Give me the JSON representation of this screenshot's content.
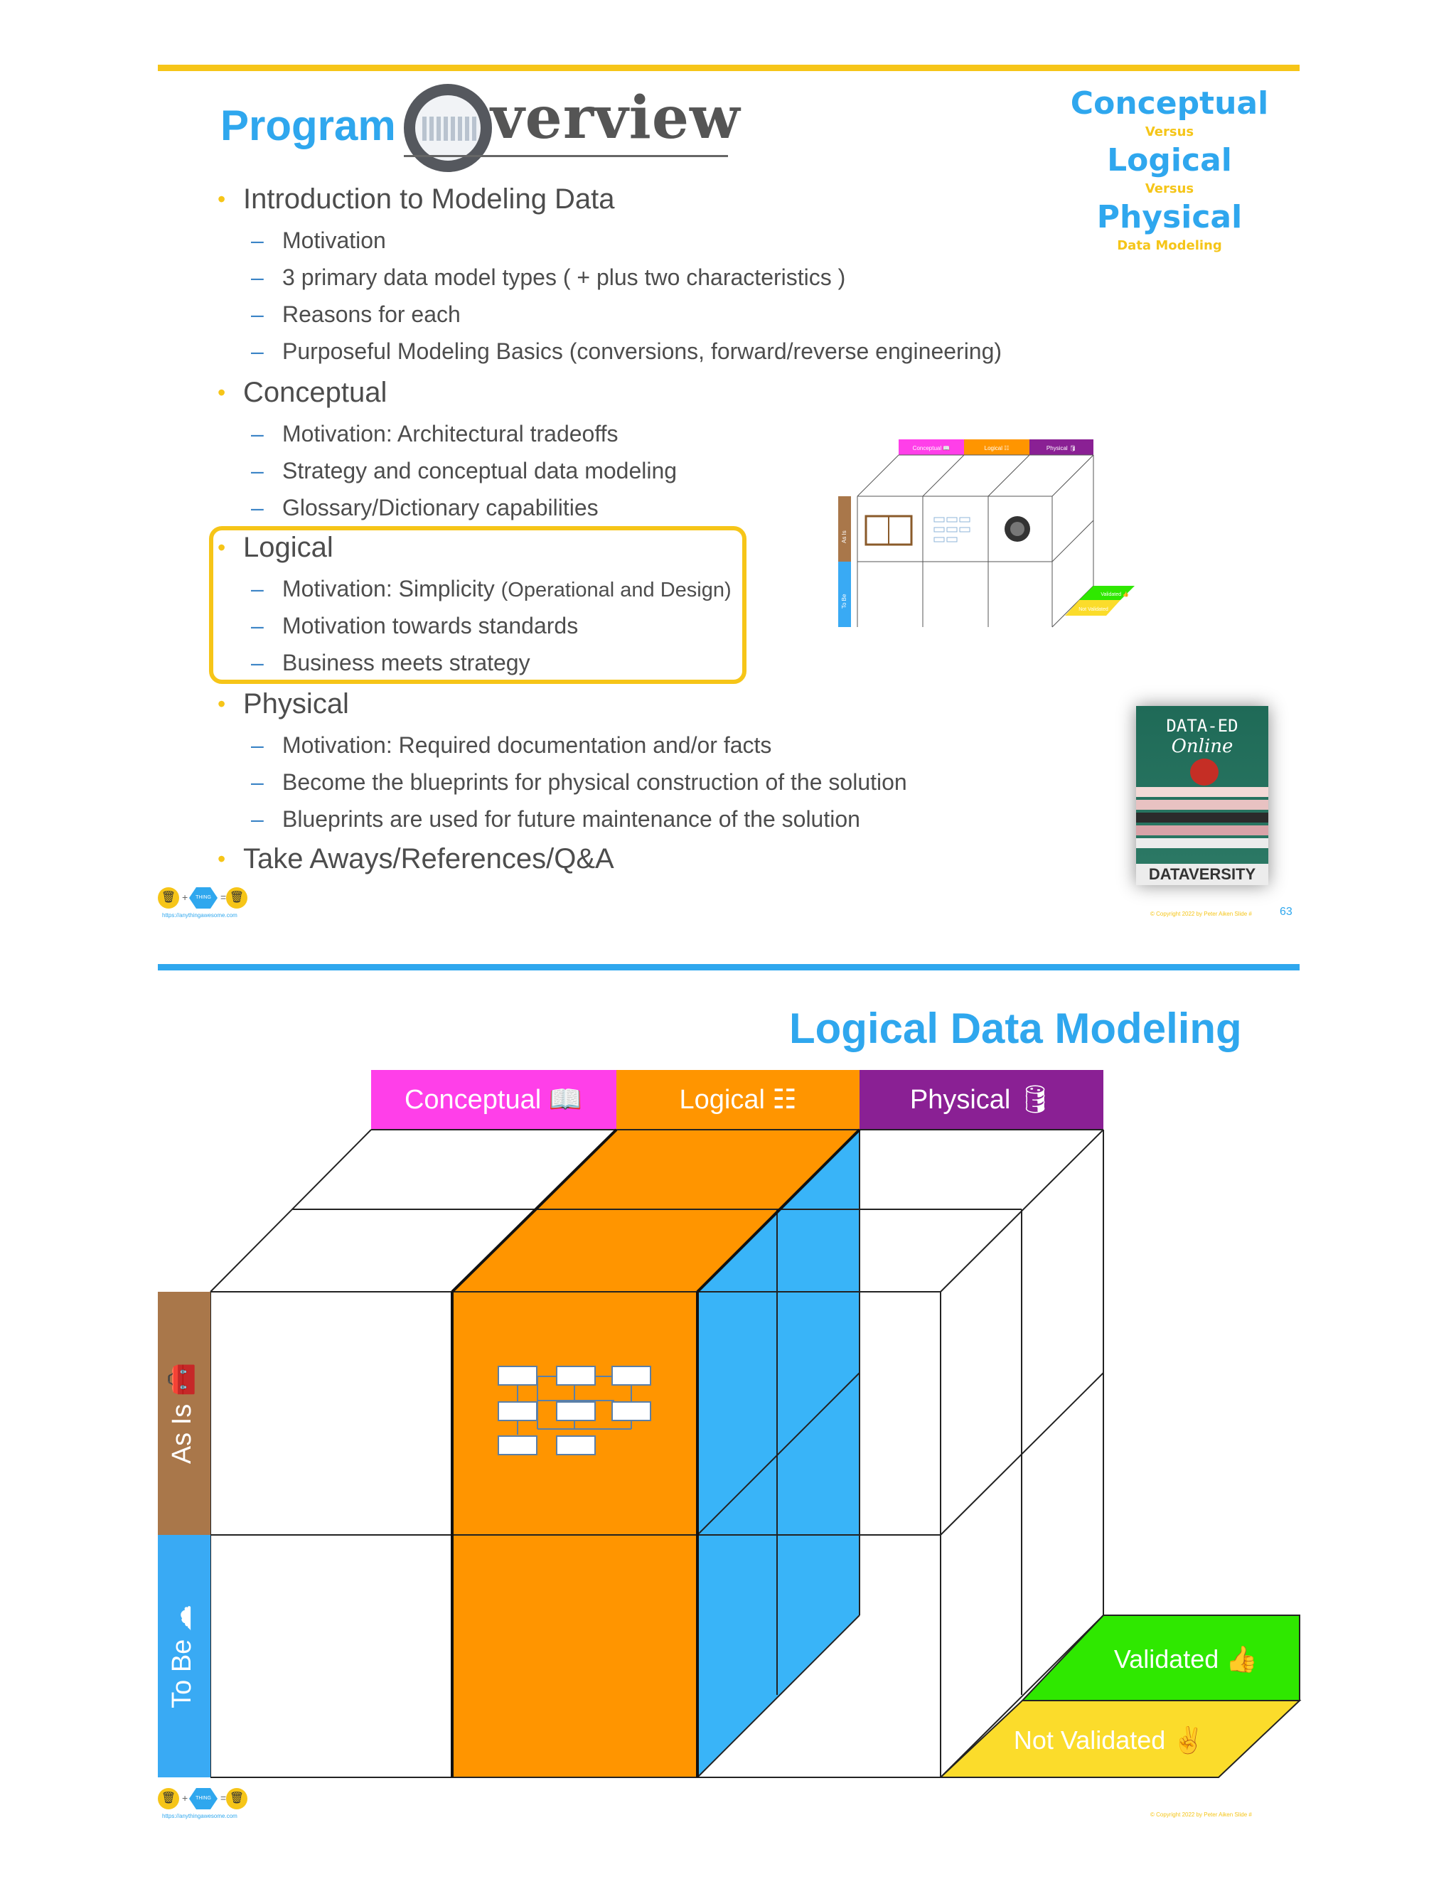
{
  "colors": {
    "yellow_bar": "#f6c518",
    "blue_bar": "#2fa7ee",
    "title_blue": "#2fa7ee",
    "conceptual": "#ff3fe9",
    "logical": "#ff9500",
    "physical": "#8a2094",
    "as_is": "#a9774a",
    "to_be": "#39aaf4",
    "validated": "#2fe800",
    "not_validated": "#fbdc2b",
    "cube_blue": "#39b4f8"
  },
  "slide1": {
    "title_part1": "Program",
    "title_part2": "verview",
    "side_title": {
      "conceptual": "Conceptual",
      "versus1": "Versus",
      "logical": "Logical",
      "versus2": "Versus",
      "physical": "Physical",
      "data_modeling": "Data Modeling"
    },
    "sections": [
      {
        "label": "Introduction to Modeling Data",
        "items": [
          "Motivation",
          "3 primary data model types ( + plus two characteristics )",
          "Reasons for each",
          "Purposeful Modeling Basics (conversions, forward/reverse engineering)"
        ]
      },
      {
        "label": "Conceptual",
        "items": [
          "Motivation:  Architectural tradeoffs",
          "Strategy and conceptual data modeling",
          "Glossary/Dictionary capabilities"
        ]
      },
      {
        "label": "Logical",
        "items": [
          "Motivation:  Simplicity",
          "Motivation towards standards",
          "Business meets strategy"
        ],
        "item0_small": "(Operational and Design)"
      },
      {
        "label": "Physical",
        "items": [
          "Motivation:  Required documentation and/or facts",
          "Become the blueprints for physical construction of the solution",
          "Blueprints are used for future maintenance of the solution"
        ]
      },
      {
        "label": "Take Aways/References/Q&A",
        "items": []
      }
    ],
    "thumbnail": {
      "header": [
        "Conceptual 📖",
        "Logical ☷",
        "Physical 🛢"
      ],
      "rows": [
        "As Is",
        "To Be"
      ],
      "validated": "Validated 👍",
      "not_validated": "Not Validated"
    },
    "book": {
      "line1": "DATA-ED",
      "line2": "Online",
      "brand": "DATAVERSITY"
    },
    "footer": {
      "url": "https://anythingawesome.com",
      "copyright": "© Copyright    2022    by Peter Aiken    Slide #",
      "slide_number": "63"
    }
  },
  "slide2": {
    "title": "Logical Data Modeling",
    "columns": [
      "Conceptual 📖",
      "Logical ☷",
      "Physical 🛢"
    ],
    "rows": [
      "As Is 🧰",
      "To Be ☁"
    ],
    "validated": "Validated 👍",
    "not_validated": "Not Validated ✌",
    "footer": {
      "url": "https://anythingawesome.com",
      "copyright": "© Copyright    2022    by Peter Aiken    Slide #"
    }
  }
}
